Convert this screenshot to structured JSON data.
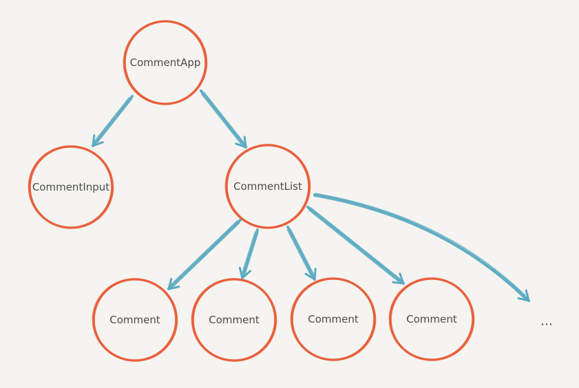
{
  "colors": {
    "background": "#f5f4f1",
    "node_stroke": "#e8603c",
    "edge_stroke": "#5aa9c0",
    "label": "#4a4a4a"
  },
  "nodes": {
    "comment_app": "CommentApp",
    "comment_input": "CommentInput",
    "comment_list": "CommentList",
    "comments": [
      "Comment",
      "Comment",
      "Comment",
      "Comment"
    ],
    "more": "…"
  }
}
